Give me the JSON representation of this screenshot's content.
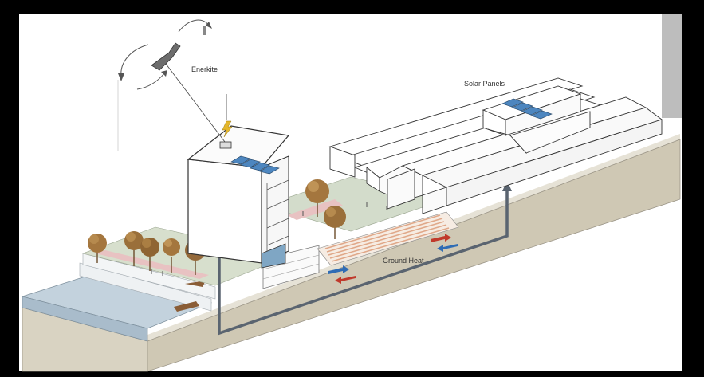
{
  "labels": {
    "enerkite": "Enerkite",
    "solar_panels": "Solar Panels",
    "ground_heat": "Ground Heat"
  },
  "colors": {
    "background": "#000000",
    "sky": "#ffffff",
    "soil": "#d4cebd",
    "soil_edge": "#bdb6a3",
    "water": "#b8c9d6",
    "water_deep": "#a9bccb",
    "grass": "#cfd8c4",
    "path_pink": "#e8c2c2",
    "solar_panel": "#4d86bf",
    "pipe": "#5a6470",
    "pipe_red": "#c0392b",
    "pipe_blue": "#2e6cb5",
    "ground_heat_coil": "#e0a889",
    "bolt": "#e5b72b",
    "tree": "#a4763e"
  },
  "icons": [
    "kite-icon",
    "lightning-bolt-icon",
    "wind-arrow-icon",
    "tree-icon",
    "heat-exchange-arrow-icon"
  ]
}
